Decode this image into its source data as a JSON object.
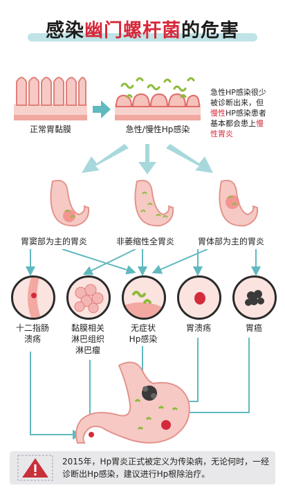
{
  "title": {
    "part1": "感染",
    "part2": "幽门螺杆菌",
    "part3": "的危害"
  },
  "top": {
    "normal_label": "正常胃黏膜",
    "infection_label": "急性/慢性Hp感染",
    "note": {
      "line1": "急性HP感染很少",
      "line2": "被诊断出来，但",
      "line3_hl": "慢性",
      "line3_rest": "HP感染患者",
      "line4_rest": "基本都会患上",
      "line4_hl": "慢",
      "line5_hl": "性胃炎"
    }
  },
  "gastritis": {
    "antrum": "胃窦部为主的胃炎",
    "pan": "非萎缩性全胃炎",
    "body": "胃体部为主的胃炎"
  },
  "diseases": {
    "duodenal": {
      "line1": "十二指肠",
      "line2": "溃疡"
    },
    "malt": {
      "line1": "黏膜相关",
      "line2": "淋巴组织",
      "line3": "淋巴瘤"
    },
    "asymptomatic": {
      "line1": "无症状",
      "line2": "Hp感染"
    },
    "ulcer": {
      "line1": "胃溃疡"
    },
    "cancer": {
      "line1": "胃癌"
    }
  },
  "bottom": {
    "text": "2015年，Hp胃炎正式被定义为传染病，无论何时，一经诊断出Hp感染，建议进行Hp根除治疗。",
    "icon": "warning-icon"
  },
  "colors": {
    "accent_red": "#d6293b",
    "teal": "#5fb9be",
    "stomach": "#f6c9c4"
  }
}
